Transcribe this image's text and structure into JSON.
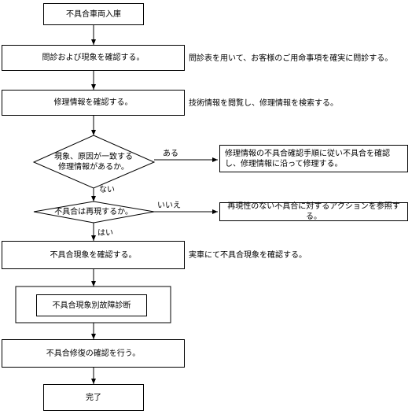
{
  "flow": {
    "start": "不具合車両入庫",
    "step1": "問診および現象を確認する。",
    "step1_note": "問診表を用いて、お客様のご用命事項を確実に問診する。",
    "step2": "修理情報を確認する。",
    "step2_note": "技術情報を閲覧し、修理情報を検索する。",
    "decision1_line1": "現象、原因が一致する",
    "decision1_line2": "修理情報があるか。",
    "decision1_yes": "ある",
    "decision1_yes_action": "修理情報の不具合確認手順に従い不具合を確認し、修理情報に沿って修理する。",
    "decision1_no": "ない",
    "decision2": "不具合は再現するか。",
    "decision2_no": "いいえ",
    "decision2_no_action": "再現性のない不具合に対するアクションを参照する。",
    "decision2_yes": "はい",
    "step3": "不具合現象を確認する。",
    "step3_note": "実車にて不具合現象を確認する。",
    "step4": "不具合現象別故障診断",
    "step5": "不具合修復の確認を行う。",
    "end": "完了"
  }
}
